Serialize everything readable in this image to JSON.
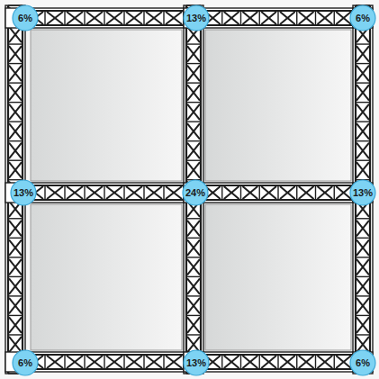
{
  "diagram": {
    "nodes": [
      {
        "text": [
          "6%"
        ]
      },
      {
        "text": [
          "13%"
        ]
      },
      {
        "text": [
          "6%"
        ]
      },
      {
        "text": [
          "13%"
        ]
      },
      {
        "text": [
          "24%"
        ]
      },
      {
        "text": [
          "13%"
        ]
      },
      {
        "text": [
          "6%"
        ]
      },
      {
        "text": [
          "13%"
        ]
      },
      {
        "text": [
          "6%"
        ]
      }
    ]
  }
}
